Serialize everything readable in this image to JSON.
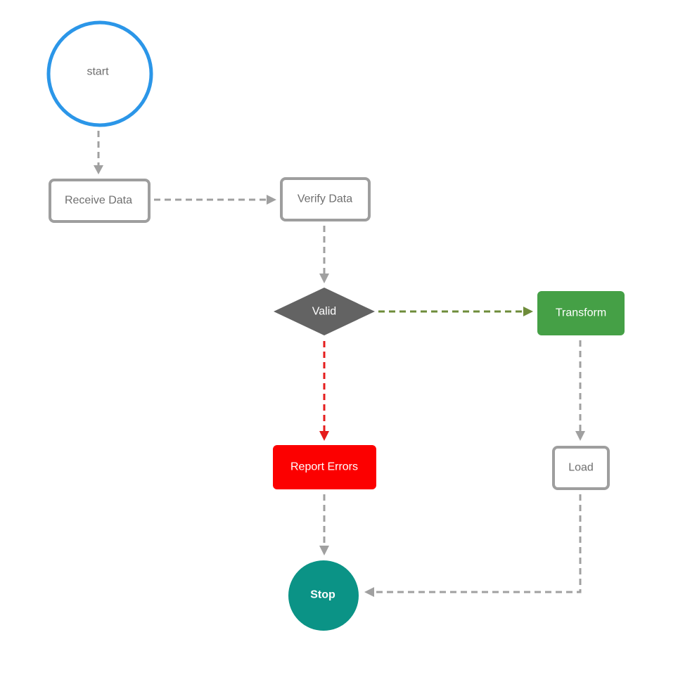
{
  "nodes": {
    "start": {
      "label": "start",
      "shape": "circle",
      "color": "#2b96e8"
    },
    "receive_data": {
      "label": "Receive Data",
      "shape": "rounded-rect",
      "color": "#9e9e9e"
    },
    "verify_data": {
      "label": "Verify Data",
      "shape": "rounded-rect",
      "color": "#9e9e9e"
    },
    "valid": {
      "label": "Valid",
      "shape": "diamond",
      "color": "#636363"
    },
    "transform": {
      "label": "Transform",
      "shape": "rounded-rect",
      "color": "#45a046"
    },
    "report_errors": {
      "label": "Report Errors",
      "shape": "rounded-rect",
      "color": "#fc0000"
    },
    "load": {
      "label": "Load",
      "shape": "rounded-rect",
      "color": "#9e9e9e"
    },
    "stop": {
      "label": "Stop",
      "shape": "circle",
      "color": "#0b9386"
    }
  },
  "edges": [
    {
      "from": "start",
      "to": "receive_data",
      "color": "#a0a0a0"
    },
    {
      "from": "receive_data",
      "to": "verify_data",
      "color": "#a0a0a0"
    },
    {
      "from": "verify_data",
      "to": "valid",
      "color": "#a0a0a0"
    },
    {
      "from": "valid",
      "to": "transform",
      "color": "#6e8c3a"
    },
    {
      "from": "valid",
      "to": "report_errors",
      "color": "#e51c1c"
    },
    {
      "from": "transform",
      "to": "load",
      "color": "#a0a0a0"
    },
    {
      "from": "report_errors",
      "to": "stop",
      "color": "#a0a0a0"
    },
    {
      "from": "load",
      "to": "stop",
      "color": "#a0a0a0"
    }
  ]
}
